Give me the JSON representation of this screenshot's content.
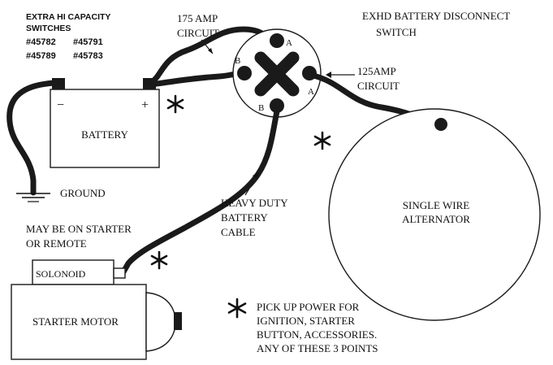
{
  "header": {
    "switch_models_title": "EXTRA HI CAPACITY",
    "switch_models_subtitle": "SWITCHES",
    "part_numbers": [
      "#45782",
      "#45791",
      "#45789",
      "#45783"
    ],
    "diagram_title_line1": "EXHD BATTERY DISCONNECT",
    "diagram_title_line2": "SWITCH"
  },
  "battery": {
    "label": "BATTERY",
    "negative_symbol": "−",
    "positive_symbol": "+"
  },
  "ground_label": "GROUND",
  "switch": {
    "terminal_top": "A",
    "terminal_left": "B",
    "terminal_right": "A",
    "terminal_bottom": "B",
    "circuit_175_line1": "175 AMP",
    "circuit_175_line2": "CIRCUIT",
    "circuit_125_line1": "125AMP",
    "circuit_125_line2": "CIRCUIT"
  },
  "cable_label": [
    "HEAVY DUTY",
    "BATTERY",
    "CABLE"
  ],
  "alternator_label": [
    "SINGLE WIRE",
    "ALTERNATOR"
  ],
  "starter_note": [
    "MAY BE ON STARTER",
    "OR REMOTE"
  ],
  "solenoid_label": "SOLONOID",
  "starter_label": "STARTER MOTOR",
  "note": {
    "line1": "PICK UP POWER FOR",
    "line2": "IGNITION, STARTER",
    "line3": "BUTTON, ACCESSORIES.",
    "line4": "ANY OF THESE 3 POINTS"
  }
}
